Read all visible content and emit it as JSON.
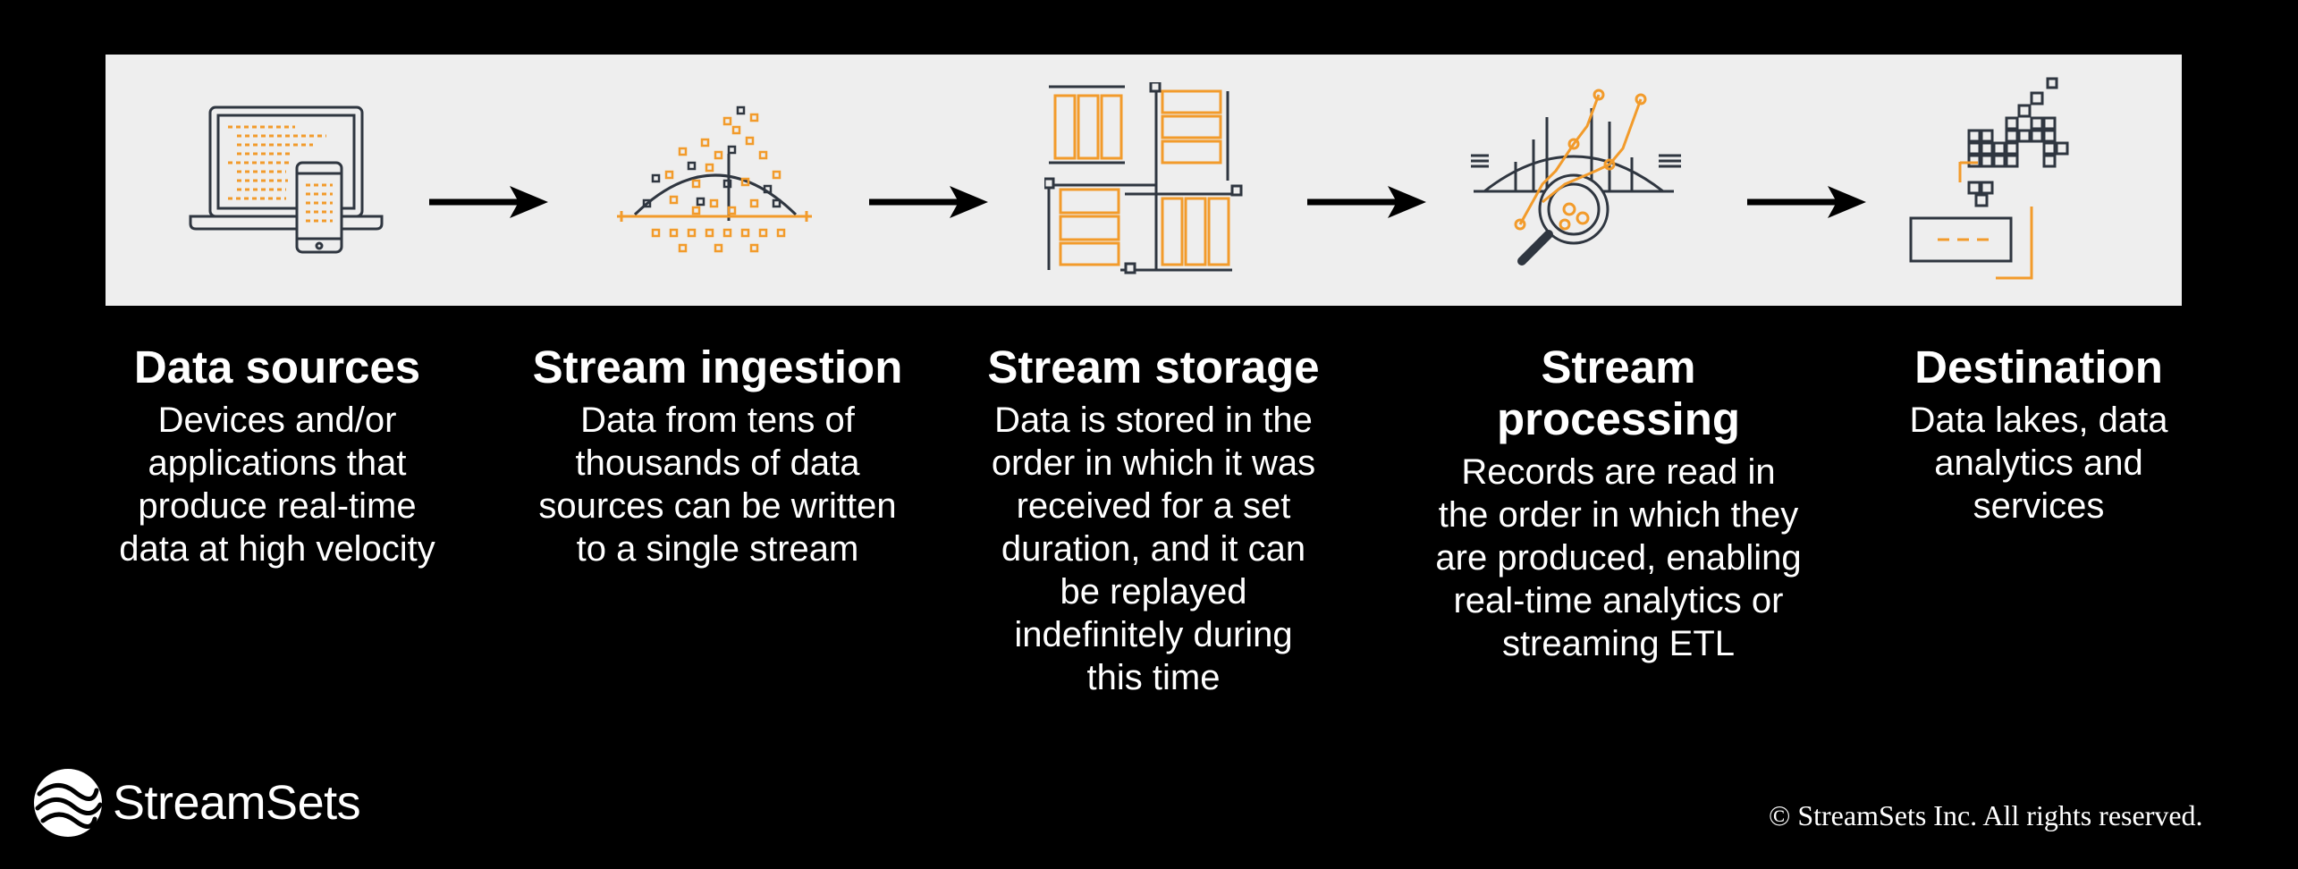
{
  "colors": {
    "background": "#000000",
    "band": "#eeeeee",
    "accent": "#f29b2b",
    "ink": "#2f3640"
  },
  "arrow_icon": "right-arrow-icon",
  "stages": [
    {
      "title": "Data sources",
      "icon": "laptop-phone-icon",
      "lines": [
        "Devices and/or",
        "applications that",
        "produce real-time",
        "data at high velocity"
      ]
    },
    {
      "title": "Stream ingestion",
      "icon": "data-scatter-icon",
      "lines": [
        "Data from tens of",
        "thousands of data",
        "sources can be written",
        "to a single stream"
      ]
    },
    {
      "title": "Stream storage",
      "icon": "storage-racks-icon",
      "lines": [
        "Data is stored in the",
        "order in which it was",
        "received for a set",
        "duration, and it can",
        "be replayed",
        "indefinitely during",
        "this time"
      ]
    },
    {
      "title_lines": [
        "Stream",
        "processing"
      ],
      "icon": "magnifier-analytics-icon",
      "lines": [
        "Records are read in",
        "the order in which they",
        "are produced, enabling",
        "real-time analytics or",
        "streaming ETL"
      ]
    },
    {
      "title": "Destination",
      "icon": "data-lake-blocks-icon",
      "lines": [
        "Data lakes, data",
        "analytics and",
        "services"
      ]
    }
  ],
  "brand": {
    "name": "StreamSets",
    "icon": "streamsets-logo-icon"
  },
  "copyright": "© StreamSets Inc. All rights reserved."
}
